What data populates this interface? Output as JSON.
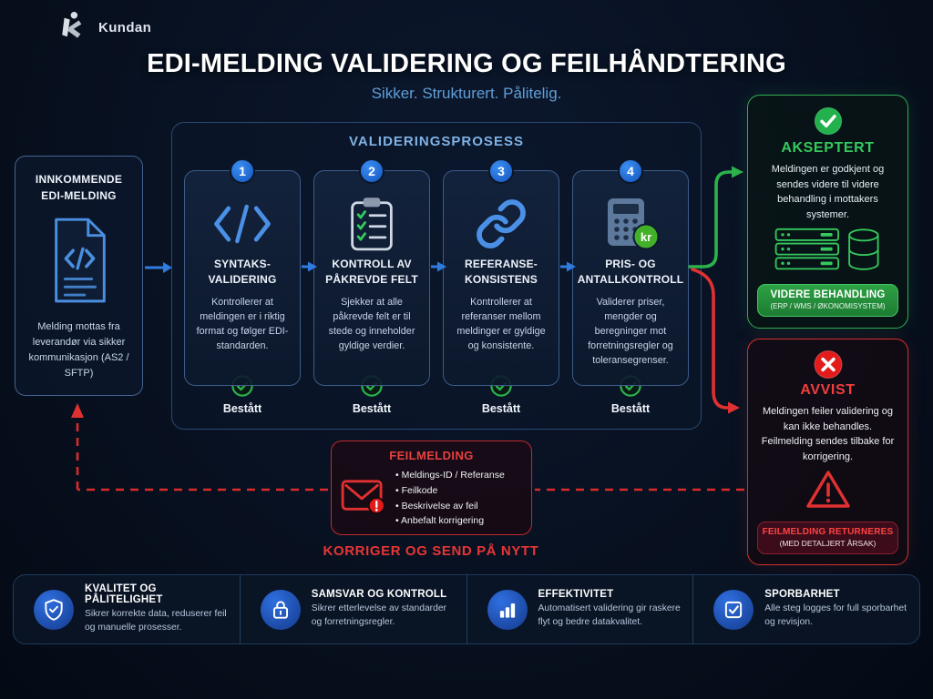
{
  "brand": {
    "name": "Kundan"
  },
  "header": {
    "title": "EDI-MELDING VALIDERING OG FEILHÅNDTERING",
    "subtitle": "Sikker. Strukturert. Pålitelig."
  },
  "incoming": {
    "title": "INNKOMMENDE EDI-MELDING",
    "description": "Melding mottas fra leverandør via sikker kommunikasjon (AS2 / SFTP)"
  },
  "process": {
    "title": "VALIDERINGSPROSESS",
    "steps": [
      {
        "number": "1",
        "icon": "code-icon",
        "title": "SYNTAKS-VALIDERING",
        "description": "Kontrollerer at meldingen er i riktig format og følger EDI-standarden.",
        "status": "Bestått"
      },
      {
        "number": "2",
        "icon": "checklist-icon",
        "title": "KONTROLL AV PÅKREVDE FELT",
        "description": "Sjekker at alle påkrevde felt er til stede og inneholder gyldige verdier.",
        "status": "Bestått"
      },
      {
        "number": "3",
        "icon": "link-icon",
        "title": "REFERANSE-KONSISTENS",
        "description": "Kontrollerer at referanser mellom meldinger er gyldige og konsistente.",
        "status": "Bestått"
      },
      {
        "number": "4",
        "icon": "calculator-kr-icon",
        "title": "PRIS- OG ANTALLKONTROLL",
        "description": "Validerer priser, mengder og beregninger mot forretningsregler og toleransegrenser.",
        "status": "Bestått",
        "badge_text": "kr"
      }
    ]
  },
  "accepted": {
    "title": "AKSEPTERT",
    "description": "Meldingen er godkjent og sendes videre til videre behandling i mottakers systemer.",
    "button_label": "VIDERE BEHANDLING",
    "button_sublabel": "(ERP / WMS / ØKONOMISYSTEM)"
  },
  "rejected": {
    "title": "AVVIST",
    "description": "Meldingen feiler validering og kan ikke behandles. Feilmelding sendes tilbake for korrigering.",
    "button_label": "FEILMELDING RETURNERES",
    "button_sublabel": "(MED DETALJERT ÅRSAK)"
  },
  "error_message": {
    "title": "FEILMELDING",
    "items": [
      "Meldings-ID / Referanse",
      "Feilkode",
      "Beskrivelse av feil",
      "Anbefalt korrigering"
    ]
  },
  "retry_label": "KORRIGER OG SEND PÅ NYTT",
  "footer": {
    "items": [
      {
        "icon": "shield-check-icon",
        "title": "KVALITET OG PÅLITELIGHET",
        "description": "Sikrer korrekte data, reduserer feil og manuelle prosesser."
      },
      {
        "icon": "lock-icon",
        "title": "SAMSVAR OG KONTROLL",
        "description": "Sikrer etterlevelse av standarder og forretningsregler."
      },
      {
        "icon": "bar-chart-icon",
        "title": "EFFEKTIVITET",
        "description": "Automatisert validering gir raskere flyt og bedre datakvalitet."
      },
      {
        "icon": "checkbox-icon",
        "title": "SPORBARHET",
        "description": "Alle steg logges for full sporbarhet og revisjon."
      }
    ]
  },
  "colors": {
    "accent_blue": "#2e7ce0",
    "success_green": "#2bb24c",
    "error_red": "#e03131",
    "subtitle_blue": "#5f9fd8",
    "background": "#081121"
  }
}
